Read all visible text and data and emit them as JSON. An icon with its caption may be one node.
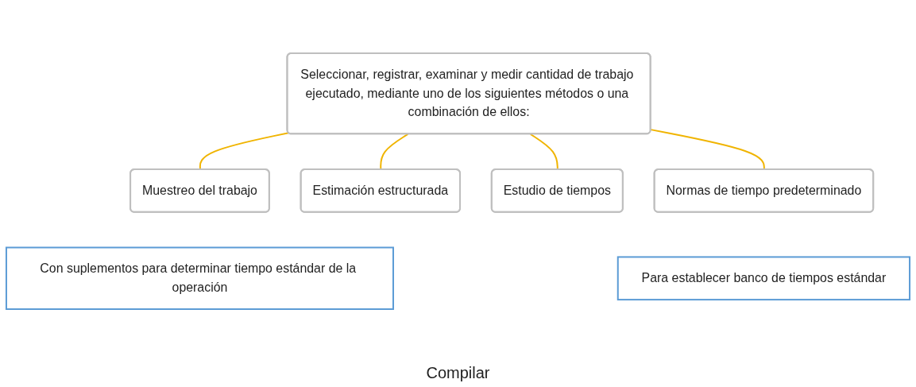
{
  "diagram": {
    "nodes": [
      {
        "text": [
          "Seleccionar, registrar, examinar y medir cantidad de trabajo ejecutado, mediante uno de los siguientes métodos o una combinación de ellos:"
        ]
      },
      {
        "text": [
          "Muestreo del trabajo"
        ]
      },
      {
        "text": [
          "Estimación estructurada"
        ]
      },
      {
        "text": [
          "Estudio de tiempos"
        ]
      },
      {
        "text": [
          "Normas de tiempo predeterminado"
        ]
      },
      {
        "text": [
          "Con suplementos para determinar tiempo estándar de la operación"
        ]
      },
      {
        "text": [
          "Para establecer banco de tiempos estándar"
        ]
      }
    ],
    "edges": [
      {
        "from": 0,
        "to": 1,
        "arrow": "none"
      },
      {
        "from": 0,
        "to": 2,
        "arrow": "none"
      },
      {
        "from": 0,
        "to": 3,
        "arrow": "none"
      },
      {
        "from": 0,
        "to": 4,
        "arrow": "none"
      }
    ],
    "labels": [
      "Compilar"
    ]
  }
}
